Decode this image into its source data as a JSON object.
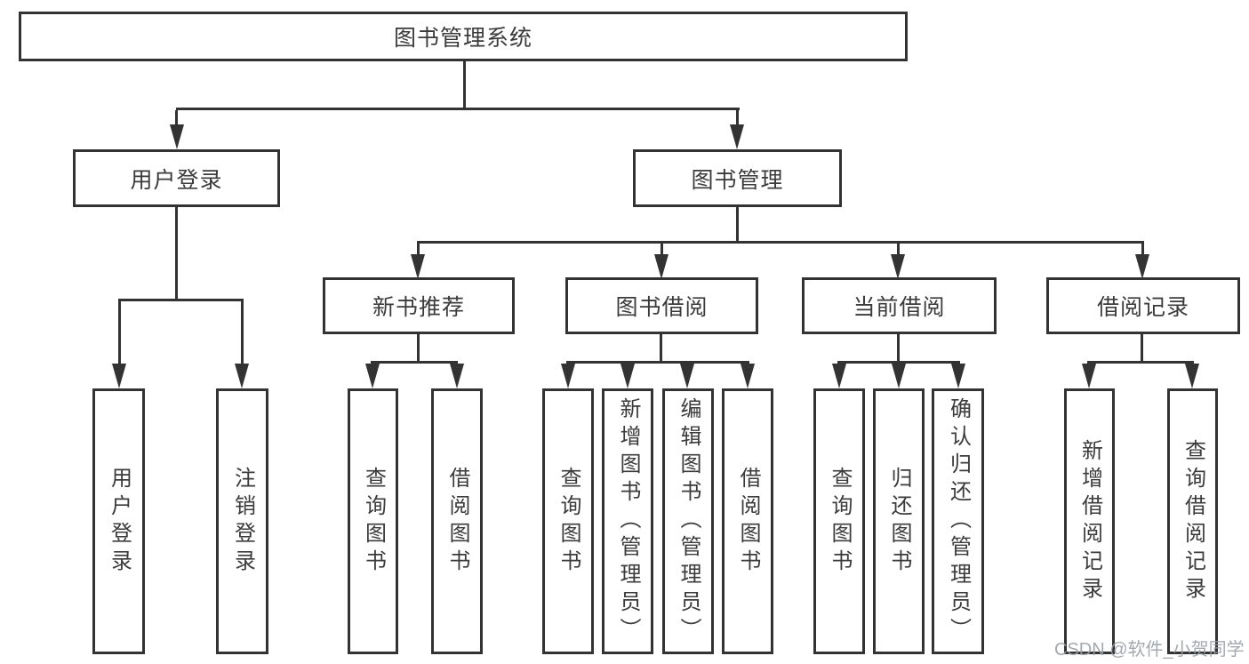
{
  "tree": {
    "root": {
      "label": "图书管理系统"
    },
    "children": [
      {
        "label": "用户登录",
        "children": [
          {
            "label": "用户登录"
          },
          {
            "label": "注销登录"
          }
        ]
      },
      {
        "label": "图书管理",
        "children": [
          {
            "label": "新书推荐",
            "children": [
              {
                "label": "查询图书"
              },
              {
                "label": "借阅图书"
              }
            ]
          },
          {
            "label": "图书借阅",
            "children": [
              {
                "label": "查询图书"
              },
              {
                "label": "新增图书（管理员）"
              },
              {
                "label": "编辑图书（管理员）"
              },
              {
                "label": "借阅图书"
              }
            ]
          },
          {
            "label": "当前借阅",
            "children": [
              {
                "label": "查询图书"
              },
              {
                "label": "归还图书"
              },
              {
                "label": "确认归还（管理员）"
              }
            ]
          },
          {
            "label": "借阅记录",
            "children": [
              {
                "label": "新增借阅记录"
              },
              {
                "label": "查询借阅记录"
              }
            ]
          }
        ]
      }
    ]
  },
  "watermark": {
    "text": "CSDN @软件_小贺同学"
  },
  "colors": {
    "line": "#333333",
    "text": "#3b3b3b",
    "watermark": "#9aa0a6",
    "background": "#ffffff"
  }
}
